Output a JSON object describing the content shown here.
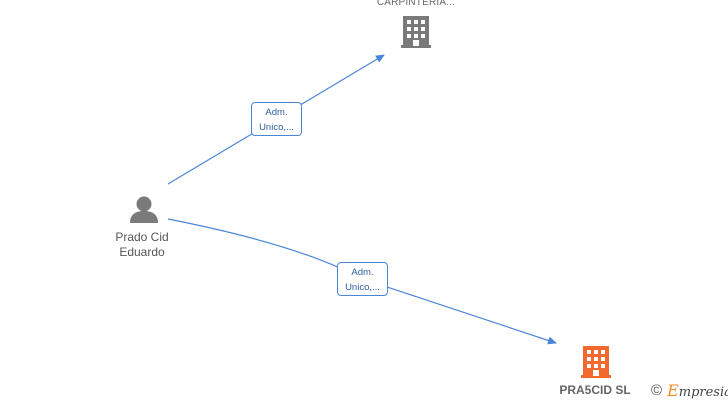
{
  "nodes": {
    "company_top": {
      "label": "CARPINTERIA...",
      "icon": "building-icon",
      "color": "#7a7a7a"
    },
    "person": {
      "label_line1": "Prado Cid",
      "label_line2": "Eduardo",
      "icon": "person-icon",
      "color": "#7a7a7a"
    },
    "company_bottom": {
      "label": "PRA5CID  SL",
      "icon": "building-icon",
      "color": "#f26a2e"
    }
  },
  "edges": {
    "to_top": {
      "line1": "Adm.",
      "line2": "Unico,..."
    },
    "to_bottom": {
      "line1": "Adm.",
      "line2": "Unico,..."
    },
    "color": "#4a86d8"
  },
  "brand": {
    "copyright": "©",
    "initial": "E",
    "rest": "mpresia"
  }
}
